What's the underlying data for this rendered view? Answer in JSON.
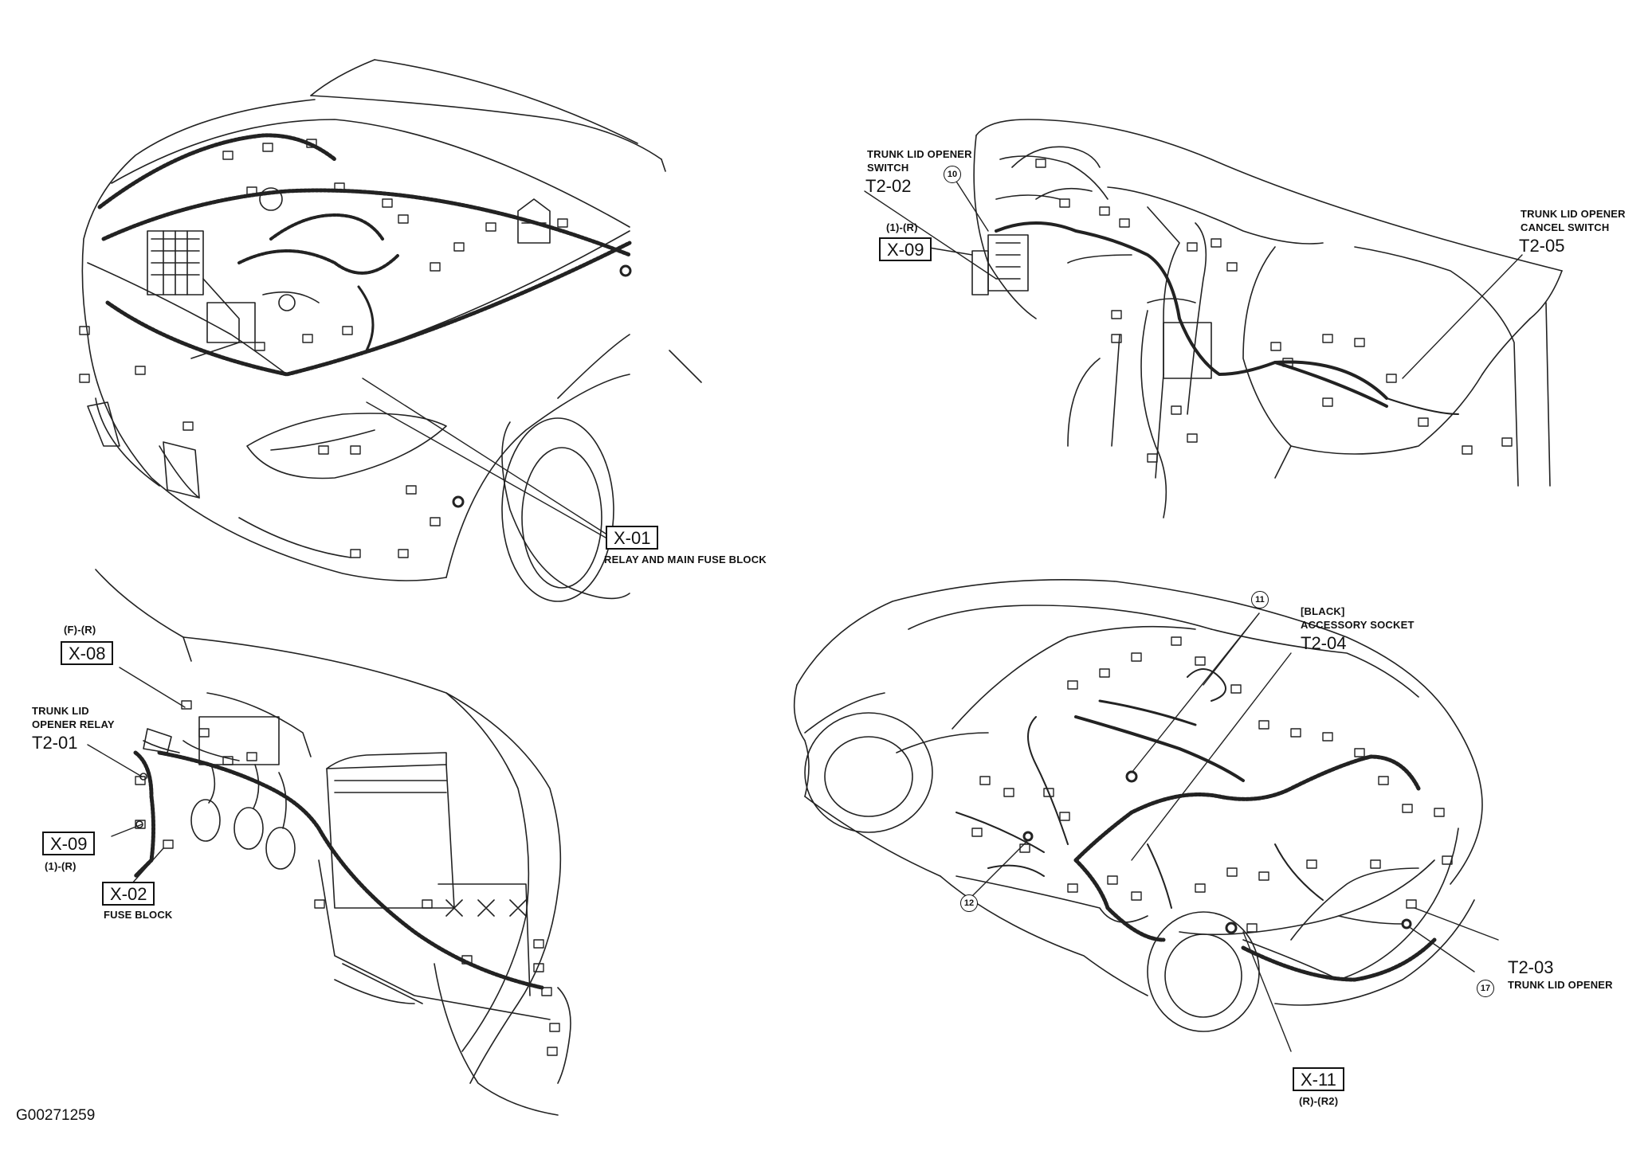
{
  "figure_id": "G00271259",
  "labels": {
    "x01": "X-01",
    "x01_desc": "RELAY AND MAIN FUSE BLOCK",
    "t202_desc1": "TRUNK LID OPENER",
    "t202_desc2": "SWITCH",
    "t202": "T2-02",
    "circle_10": "10",
    "tl_pin": "(1)-(R)",
    "x09_top": "X-09",
    "t205_desc1": "TRUNK LID OPENER",
    "t205_desc2": "CANCEL SWITCH",
    "t205": "T2-05",
    "fr_pin": "(F)-(R)",
    "x08": "X-08",
    "t201_desc1": "TRUNK LID",
    "t201_desc2": "OPENER RELAY",
    "t201": "T2-01",
    "x09_bottom": "X-09",
    "bl_pin": "(1)-(R)",
    "x02": "X-02",
    "x02_desc": "FUSE BLOCK",
    "circle_11": "11",
    "t204_color": "[BLACK]",
    "t204_desc": "ACCESSORY SOCKET",
    "t204": "T2-04",
    "circle_12": "12",
    "t203": "T2-03",
    "t203_desc": "TRUNK LID OPENER",
    "circle_17": "17",
    "x11": "X-11",
    "x11_pin": "(R)-(R2)"
  }
}
